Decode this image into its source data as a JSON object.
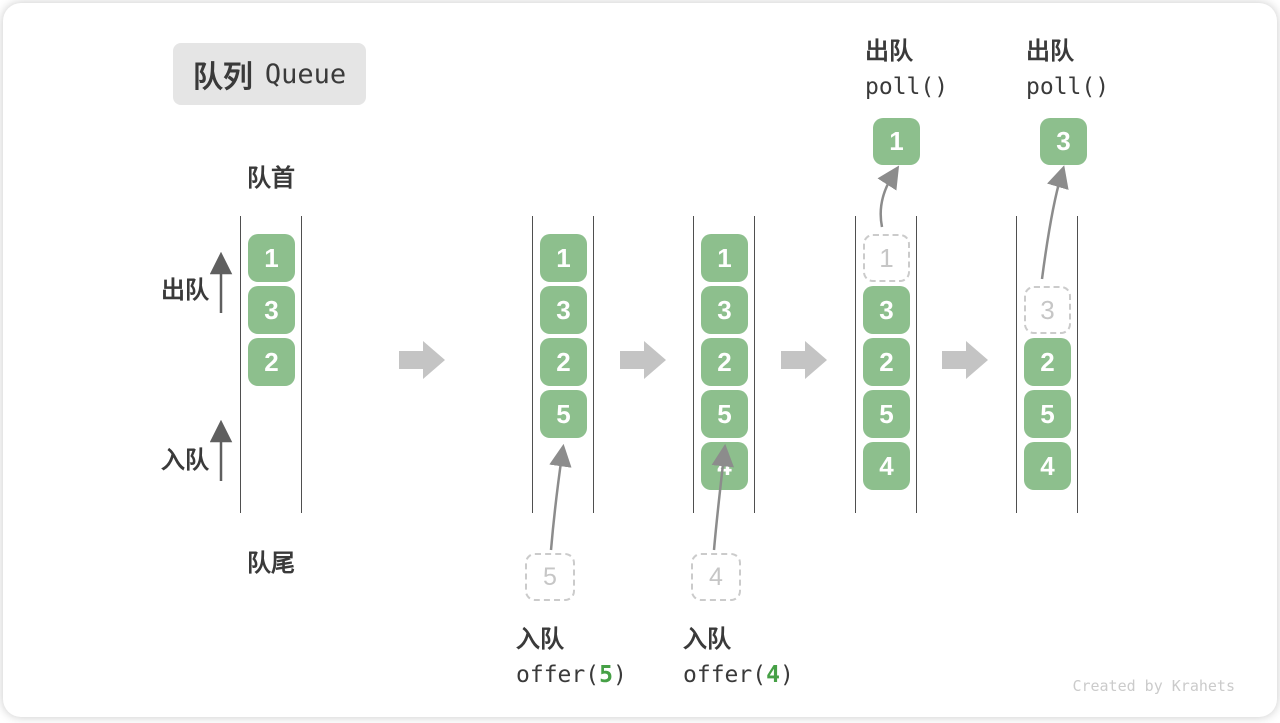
{
  "title": {
    "zh": "队列",
    "en": "Queue"
  },
  "labels": {
    "front": "队首",
    "rear": "队尾",
    "dequeue": "出队",
    "enqueue": "入队"
  },
  "ops": {
    "enqueue5": {
      "zh": "入队",
      "fn_open": "offer(",
      "arg": "5",
      "fn_close": ")"
    },
    "enqueue4": {
      "zh": "入队",
      "fn_open": "offer(",
      "arg": "4",
      "fn_close": ")"
    },
    "dequeue1": {
      "zh": "出队",
      "fn": "poll()"
    },
    "dequeue2": {
      "zh": "出队",
      "fn": "poll()"
    }
  },
  "states": [
    {
      "items": [
        "1",
        "3",
        "2"
      ]
    },
    {
      "items": [
        "1",
        "3",
        "2",
        "5"
      ],
      "incoming": "5"
    },
    {
      "items": [
        "1",
        "3",
        "2",
        "5",
        "4"
      ],
      "incoming": "4"
    },
    {
      "removed": "1",
      "items": [
        "3",
        "2",
        "5",
        "4"
      ],
      "outgoing": "1"
    },
    {
      "removed": "3",
      "items": [
        "2",
        "5",
        "4"
      ],
      "outgoing": "3"
    }
  ],
  "watermark": "Created by Krahets",
  "colors": {
    "box_green": "#8dbf8d",
    "accent_green": "#46a046",
    "block_arrow_gray": "#c4c4c4",
    "title_bg": "#e5e5e5",
    "text_dark": "#3a3a3a",
    "dashed_border": "#cbcbcb",
    "dashed_text": "#c6c6c6",
    "rail_gray": "#4f4f4f"
  }
}
